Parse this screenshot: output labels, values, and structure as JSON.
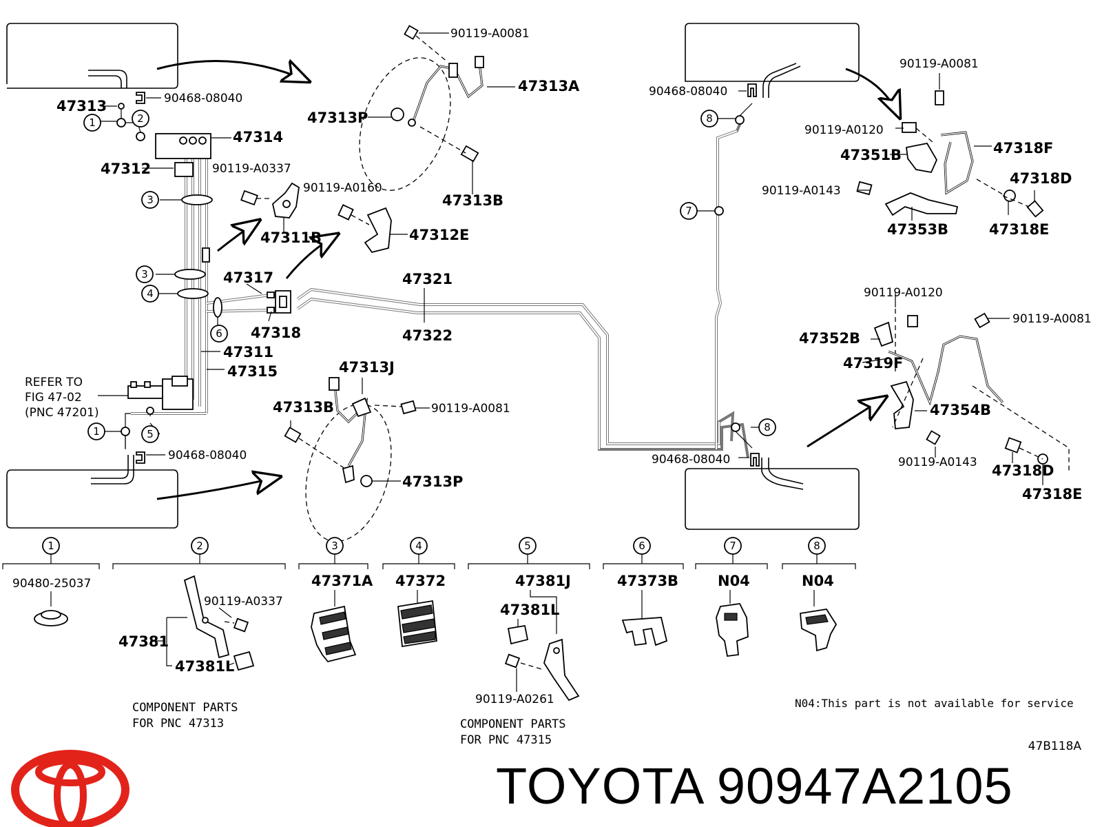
{
  "brand": {
    "logo": "toyota-logo",
    "title": "TOYOTA 90947A2105",
    "logo_color": "#e2231a"
  },
  "figure_code": "47B118A",
  "labels": {
    "p47313": "47313",
    "p90468_a": "90468-08040",
    "p47314": "47314",
    "p47312": "47312",
    "p90119_0337_a": "90119-A0337",
    "p47311B": "47311B",
    "p90119_0160": "90119-A0160",
    "p47312E": "47312E",
    "p90119_0081_a": "90119-A0081",
    "p47313A": "47313A",
    "p47313P_a": "47313P",
    "p47313B_a": "47313B",
    "p47317": "47317",
    "p47318": "47318",
    "p47321": "47321",
    "p47322": "47322",
    "p47311": "47311",
    "p47315": "47315",
    "refer1": "REFER TO",
    "refer2": "FIG 47-02",
    "refer3": "(PNC 47201)",
    "p47313J": "47313J",
    "p47313B_b": "47313B",
    "p90119_0081_b": "90119-A0081",
    "p47313P_b": "47313P",
    "p90468_b": "90468-08040",
    "p90468_c": "90468-08040",
    "p90468_d": "90468-08040",
    "p90119_0081_c": "90119-A0081",
    "p90119_0120_a": "90119-A0120",
    "p47351B": "47351B",
    "p47318F": "47318F",
    "p90119_0143_a": "90119-A0143",
    "p47318D_a": "47318D",
    "p47353B": "47353B",
    "p47318E_a": "47318E",
    "p90119_0120_b": "90119-A0120",
    "p90119_0081_d": "90119-A0081",
    "p47352B": "47352B",
    "p47319F": "47319F",
    "p47354B": "47354B",
    "p90119_0143_b": "90119-A0143",
    "p47318D_b": "47318D",
    "p47318E_b": "47318E"
  },
  "callouts": [
    "1",
    "2",
    "3",
    "3",
    "4",
    "5",
    "6",
    "1",
    "7",
    "8",
    "8"
  ],
  "bottom_parts": [
    {
      "num": "1",
      "part": "90480-25037"
    },
    {
      "num": "2",
      "part": ""
    },
    {
      "num": "3",
      "part": "47371A"
    },
    {
      "num": "4",
      "part": "47372"
    },
    {
      "num": "5",
      "part": "47381J"
    },
    {
      "num": "6",
      "part": "47373B"
    },
    {
      "num": "7",
      "part": "N04"
    },
    {
      "num": "8",
      "part": "N04"
    }
  ],
  "component_labels": {
    "p90119_0337_b": "90119-A0337",
    "p47381": "47381",
    "p47381L_a": "47381L",
    "p47381L_b": "47381L",
    "p90119_0261": "90119-A0261"
  },
  "notes": {
    "comp1_line1": "COMPONENT PARTS",
    "comp1_line2": "FOR PNC 47313",
    "comp2_line1": "COMPONENT PARTS",
    "comp2_line2": "FOR PNC 47315",
    "n04": "N04:This part is not available for service"
  }
}
